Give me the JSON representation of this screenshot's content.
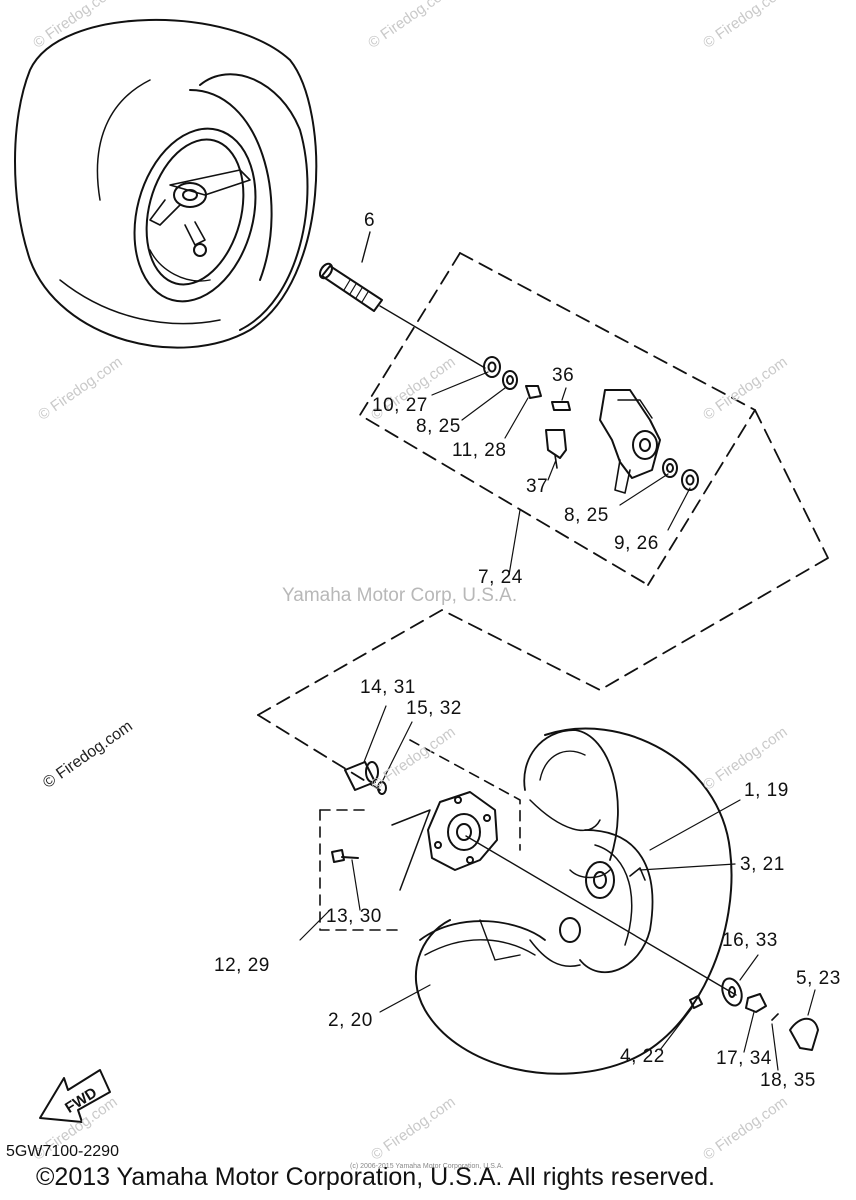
{
  "diagram": {
    "part_labels": {
      "p6": "6",
      "p10_27": "10, 27",
      "p8_25a": "8, 25",
      "p11_28": "11, 28",
      "p36": "36",
      "p37": "37",
      "p8_25b": "8, 25",
      "p9_26": "9, 26",
      "p7_24": "7, 24",
      "p14_31": "14, 31",
      "p15_32": "15, 32",
      "p1_19": "1, 19",
      "p3_21": "3, 21",
      "p13_30": "13, 30",
      "p12_29": "12, 29",
      "p16_33": "16, 33",
      "p5_23": "5, 23",
      "p2_20": "2, 20",
      "p4_22": "4, 22",
      "p17_34": "17, 34",
      "p18_35": "18, 35"
    },
    "center_watermark": "Yamaha Motor Corp, U.S.A.",
    "watermark_text": "© Firedog.com",
    "fwd_label": "FWD",
    "diagram_code": "5GW7100-2290",
    "tiny_copyright": "(c) 2006-2015 Yamaha Motor Corporation, U.S.A.",
    "copyright": "©2013 Yamaha Motor Corporation, U.S.A. All rights reserved."
  }
}
